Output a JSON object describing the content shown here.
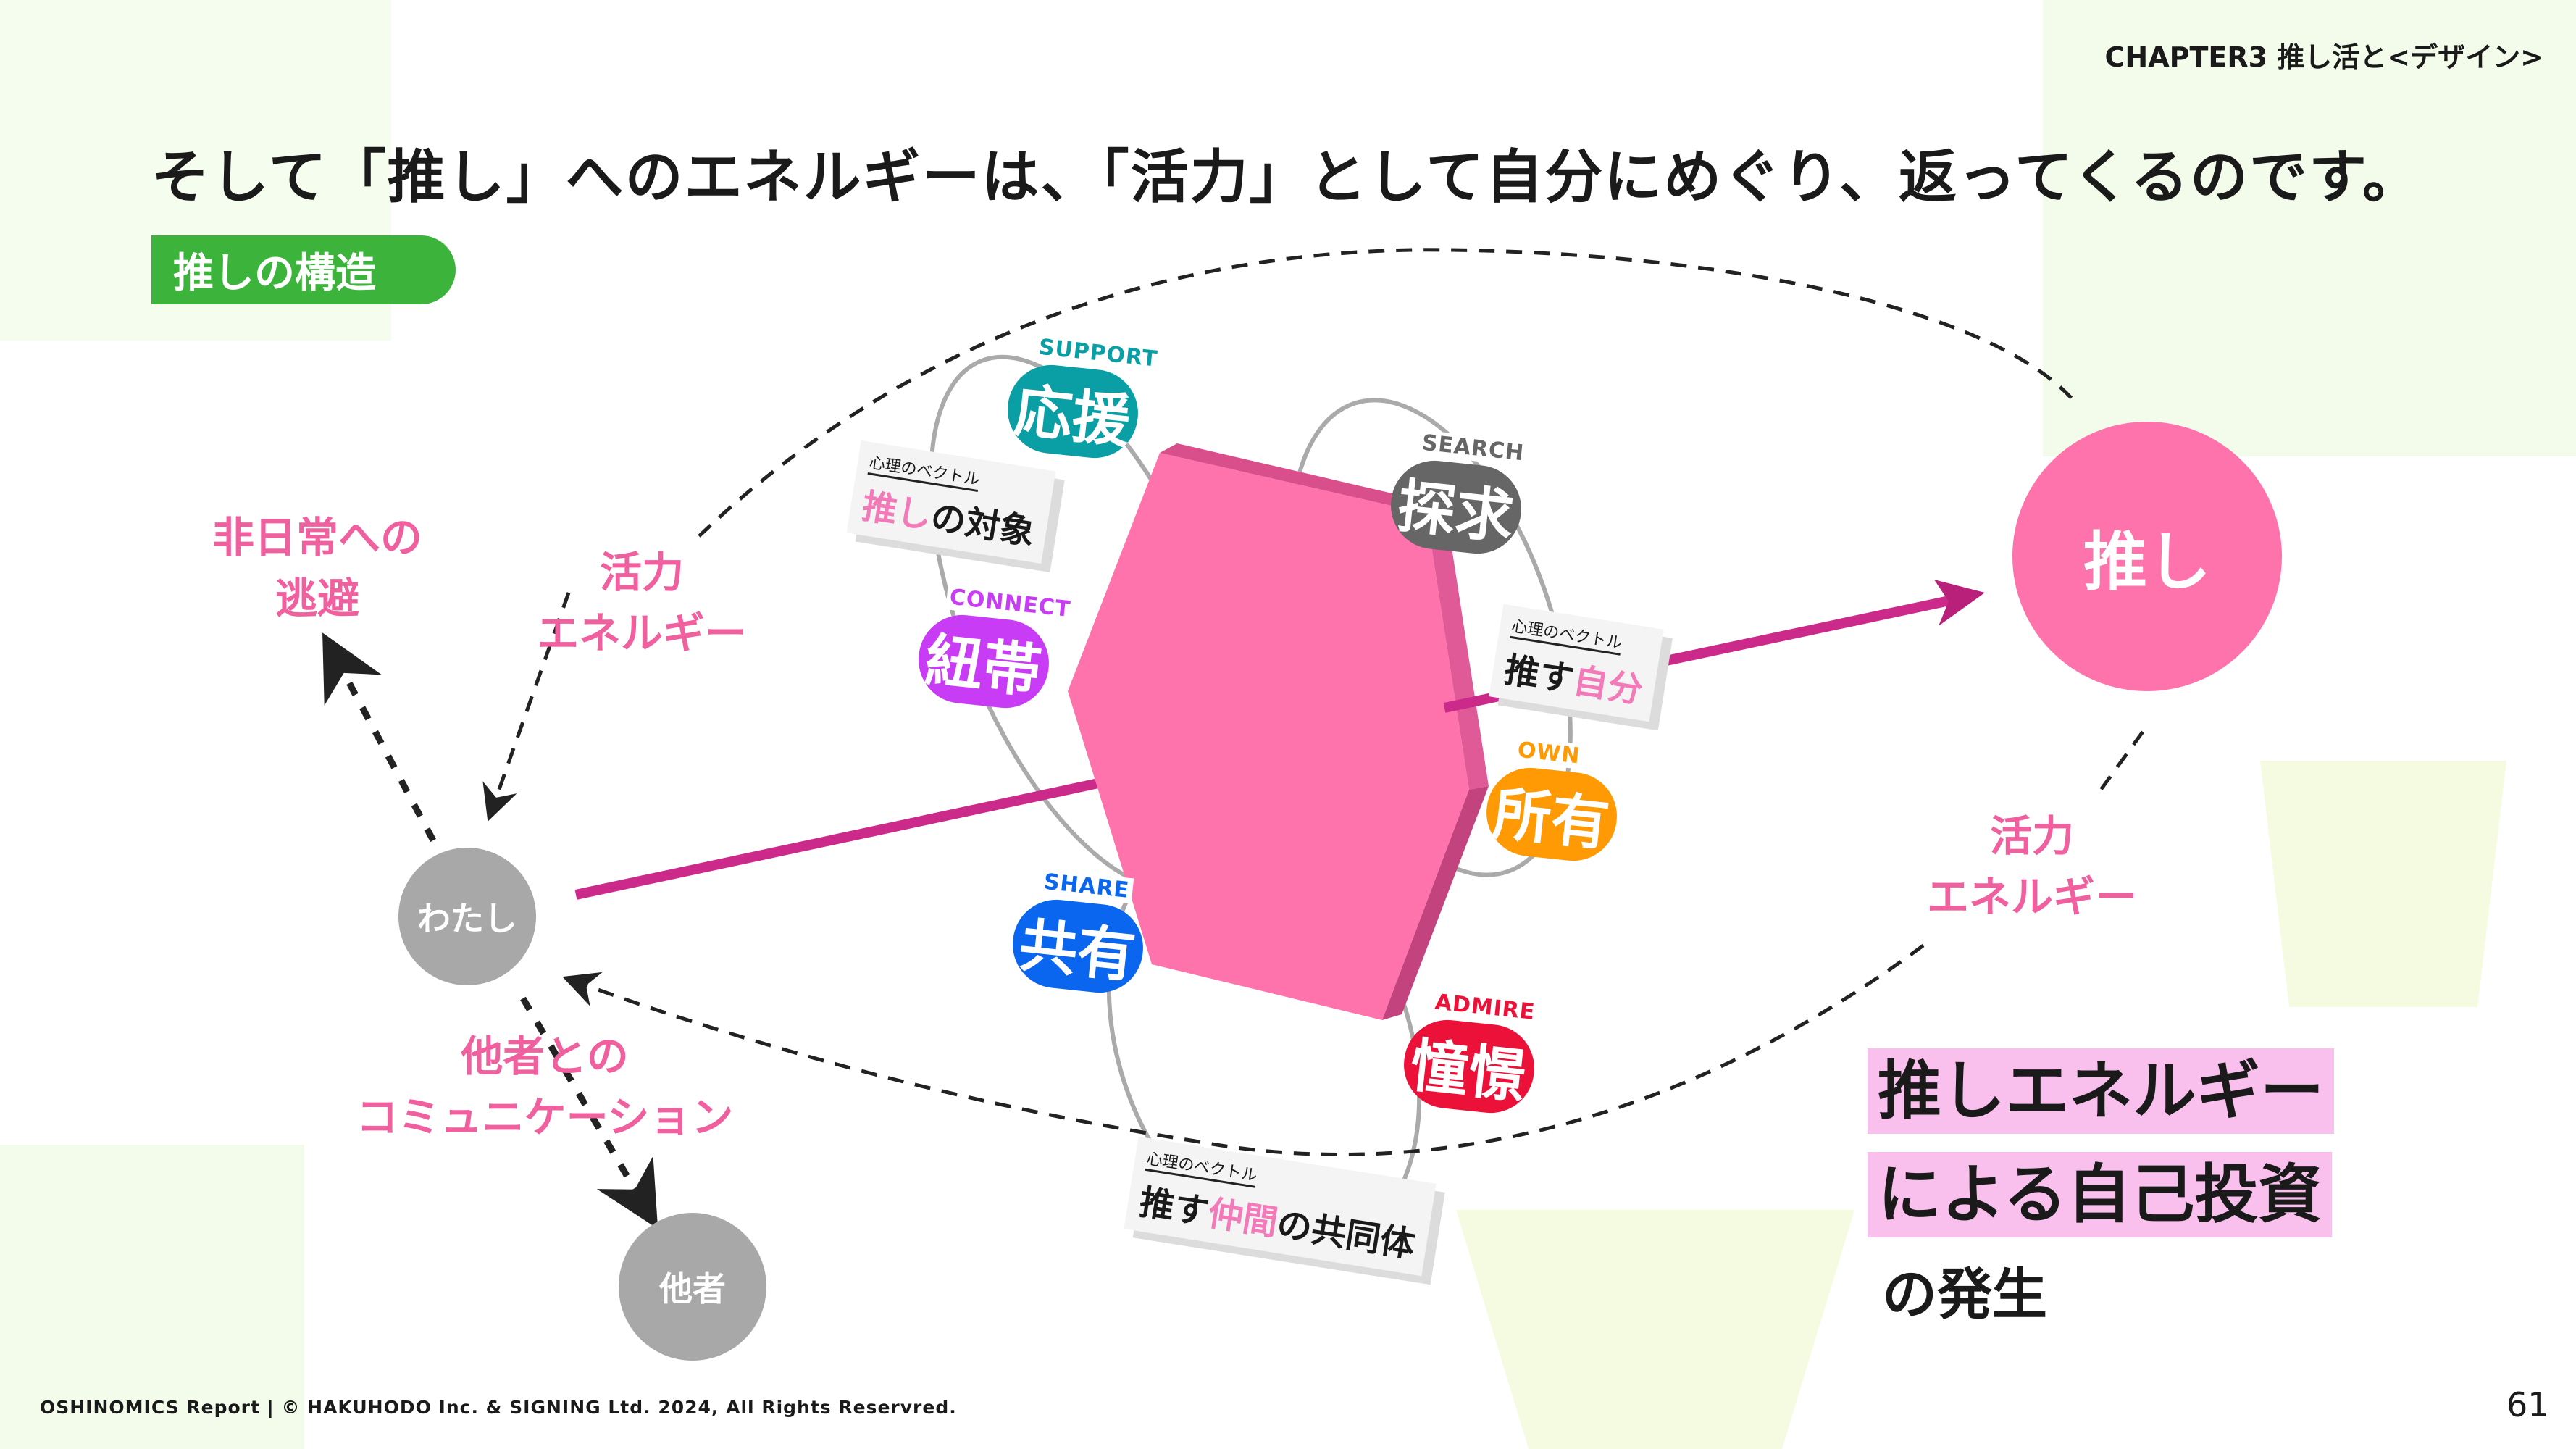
{
  "header": {
    "chapter": "CHAPTER3 推し活と<デザイン>"
  },
  "title": "そして「推し」へのエネルギーは、「活力」として自分にめぐり、返ってくるのです。",
  "badge": "推しの構造",
  "nodes": {
    "me": "わたし",
    "others": "他者",
    "oshi": "推し"
  },
  "labels": {
    "escape": [
      "非日常への",
      "逃避"
    ],
    "energy_left": [
      "活力",
      "エネルギー"
    ],
    "energy_right": [
      "活力",
      "エネルギー"
    ],
    "communication": [
      "他者との",
      "コミュニケーション"
    ]
  },
  "pills": [
    {
      "en": "SUPPORT",
      "jp": "応援",
      "color": "#0a9fa5"
    },
    {
      "en": "SEARCH",
      "jp": "探求",
      "color": "#666666"
    },
    {
      "en": "CONNECT",
      "jp": "紐帯",
      "color": "#c93cf5"
    },
    {
      "en": "OWN",
      "jp": "所有",
      "color": "#ff9a05"
    },
    {
      "en": "SHARE",
      "jp": "共有",
      "color": "#0a66ee"
    },
    {
      "en": "ADMIRE",
      "jp": "憧憬",
      "color": "#ec1139"
    }
  ],
  "vectors": [
    {
      "small": "心理のベクトル",
      "a": "",
      "pink": "推し",
      "b": "の対象"
    },
    {
      "small": "心理のベクトル",
      "a": "推す",
      "pink": "自分",
      "b": ""
    },
    {
      "small": "心理のベクトル",
      "a": "推す",
      "pink": "仲間",
      "b": "の共同体"
    }
  ],
  "result": [
    "推しエネルギー",
    "による自己投資",
    "の発生"
  ],
  "footer": "OSHINOMICS Report | © HAKUHODO Inc. & SIGNING Ltd. 2024, All Rights Reservred.",
  "page_number": "61",
  "colors": {
    "pink": "#ff73ad",
    "magenta_line": "#cc2a8a",
    "green": "#3cb43c",
    "label_pink": "#f0609e"
  }
}
